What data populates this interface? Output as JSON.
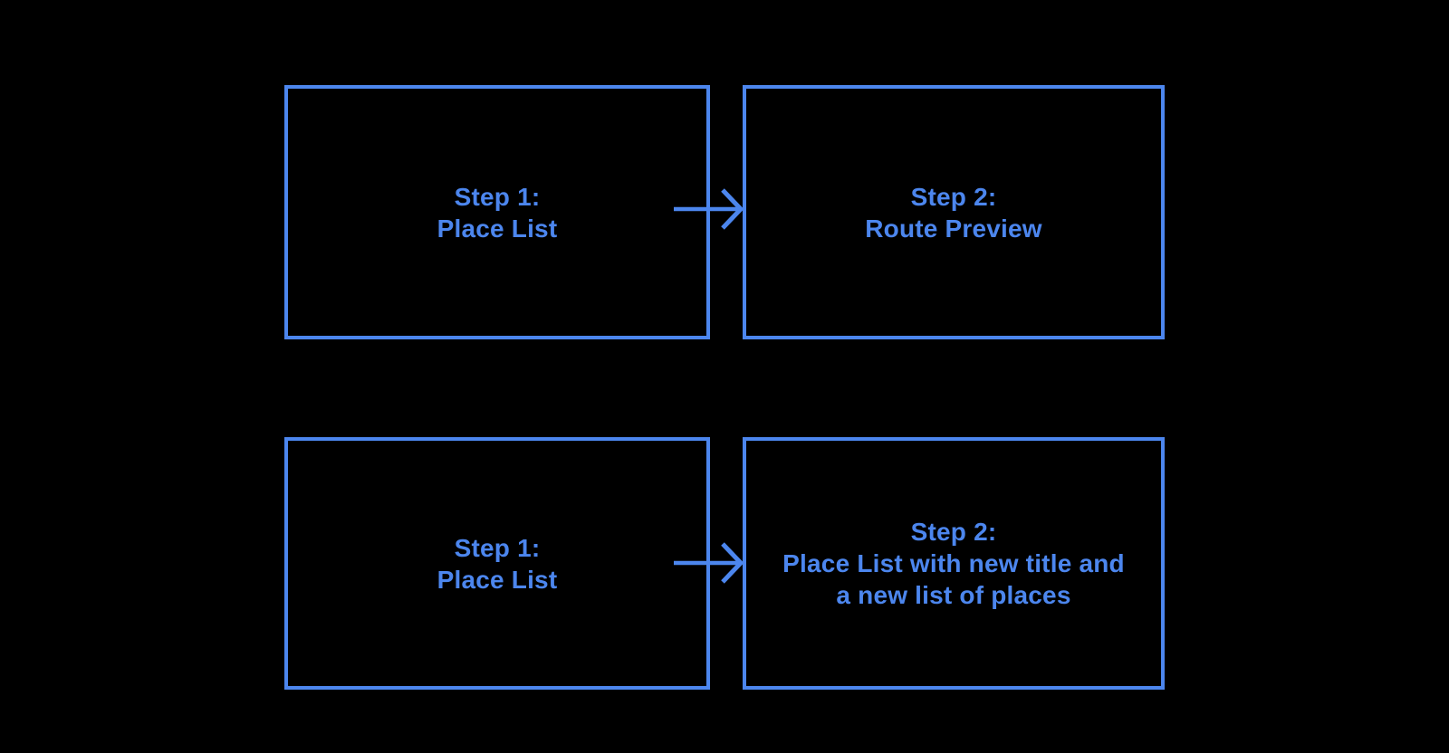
{
  "page": {
    "background_color": "#000000",
    "accent_color": "#4C86EE"
  },
  "diagram": {
    "boxes": [
      {
        "name": "flow1-source",
        "lines": [
          "Step 1:",
          "Place List"
        ]
      },
      {
        "name": "flow1-target",
        "lines": [
          "Step 2:",
          "Route Preview"
        ]
      },
      {
        "name": "flow2-source",
        "lines": [
          "Step 1:",
          "Place List"
        ]
      },
      {
        "name": "flow2-target",
        "lines": [
          "Step 2:",
          "Place List with new title and",
          "a new list of places"
        ]
      }
    ],
    "connectors": [
      {
        "name": "flow1-arrow",
        "direction": "right"
      },
      {
        "name": "flow2-arrow",
        "direction": "right"
      }
    ]
  }
}
